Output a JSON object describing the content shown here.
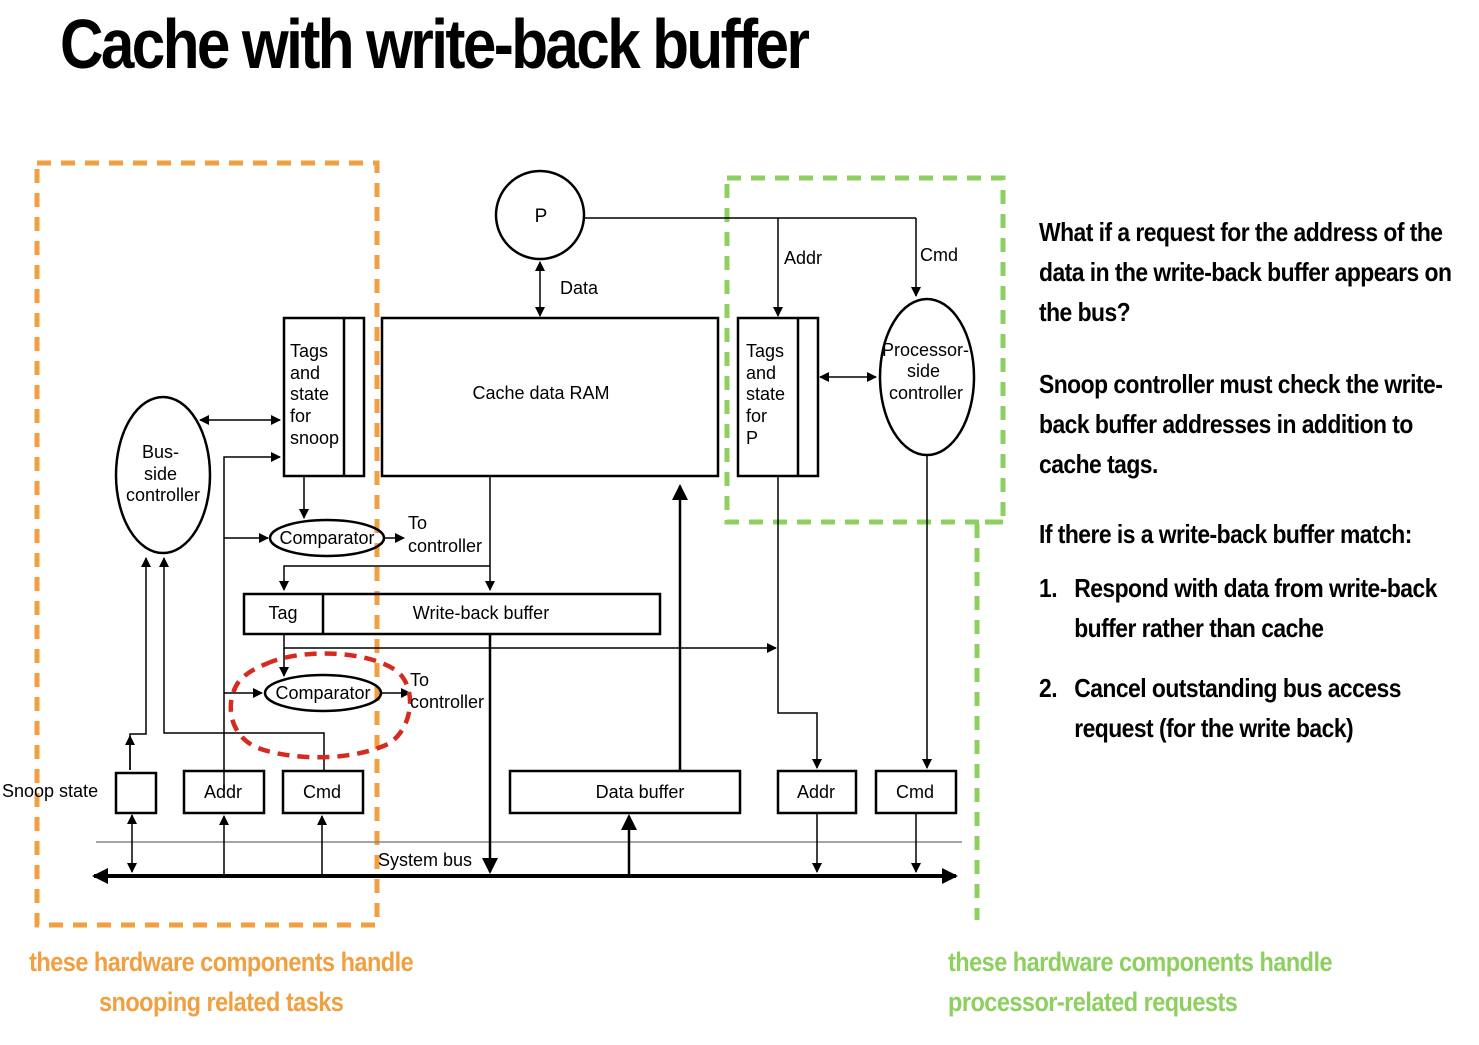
{
  "title": "Cache with write-back buffer",
  "diagram": {
    "processor": "P",
    "data_label": "Data",
    "addr_label": "Addr",
    "cmd_label": "Cmd",
    "cache_data_ram": "Cache data RAM",
    "snoop_tags": [
      "Tags",
      "and",
      "state",
      "for",
      "snoop"
    ],
    "proc_tags": [
      "Tags",
      "and",
      "state",
      "for",
      "P"
    ],
    "bus_side_controller": [
      "Bus-",
      "side",
      "controller"
    ],
    "processor_side_controller": [
      "Processor-",
      "side",
      "controller"
    ],
    "comparator": "Comparator",
    "to_controller": [
      "To",
      "controller"
    ],
    "tag": "Tag",
    "write_back_buffer": "Write-back buffer",
    "snoop_state": "Snoop state",
    "addr": "Addr",
    "cmd": "Cmd",
    "data_buffer": "Data buffer",
    "system_bus": "System bus"
  },
  "side_text": {
    "question": "What if a request for the address of the data in the write-back buffer appears on the bus?",
    "answer": "Snoop controller must check the write-back buffer addresses in addition to cache tags.",
    "condition": "If there is a write-back buffer match:",
    "steps": [
      {
        "num": "1.",
        "text": "Respond with data from write-back buffer rather than cache"
      },
      {
        "num": "2.",
        "text": "Cancel outstanding bus access request (for the write back)"
      }
    ]
  },
  "captions": {
    "snoop": [
      "these hardware components handle",
      "snooping related tasks"
    ],
    "processor": [
      "these hardware components handle",
      "processor-related requests"
    ]
  },
  "colors": {
    "snoop_region": "#F0A040",
    "processor_region": "#8ED060",
    "highlight": "#D62A1F"
  }
}
